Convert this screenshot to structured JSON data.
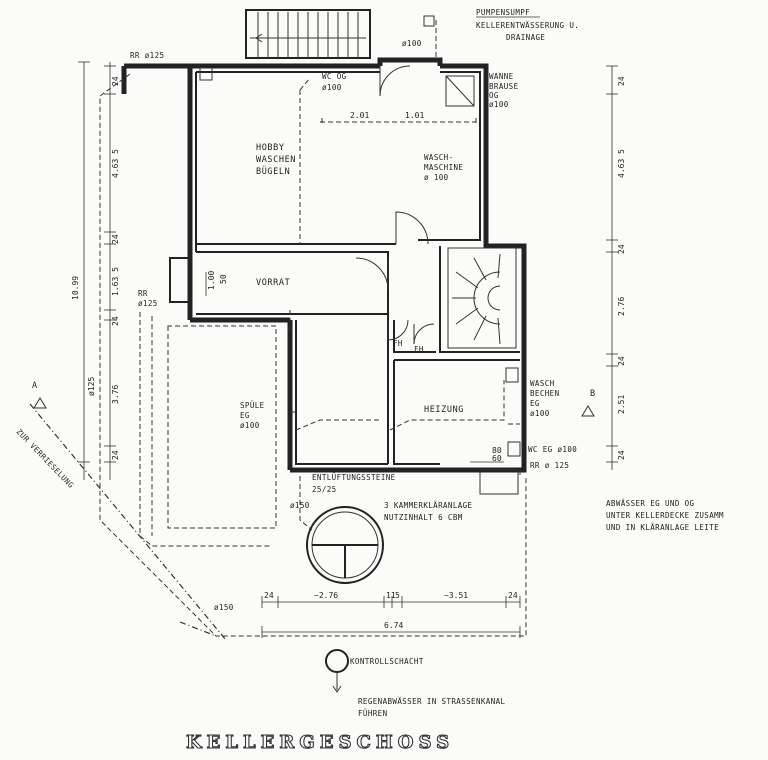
{
  "title": "KELLERGESCHOSS",
  "annotations": {
    "pumpensumpf": "PUMPENSUMPF",
    "kellerentwaesserung": "KELLERENTWÄSSERUNG U.",
    "drainage": "DRAINAGE",
    "phi100_top": "ø100",
    "rr125_top": "RR ø125",
    "wc_og": "WC OG",
    "wc_og_phi": "ø100",
    "wanne": "WANNE",
    "brause": "BRAUSE",
    "og": "OG",
    "wanne_phi": "ø100",
    "waschmaschine_1": "WASCH-",
    "waschmaschine_2": "MASCHINE",
    "waschmaschine_phi": "ø 100",
    "rr_left": "RR",
    "rr_left_phi": "ø125",
    "fh1": "FH",
    "fh2": "FH",
    "waschbecken_1": "WASCH",
    "waschbecken_2": "BECHEN",
    "waschbecken_3": "EG",
    "waschbecken_phi": "ø100",
    "spuele_1": "SPÜLE",
    "spuele_2": "EG",
    "spuele_phi": "ø100",
    "wc_eg": "WC EG ø100",
    "rr_right": "RR ø 125",
    "entlueftung_1": "ENTLÜFTUNGSSTEINE",
    "entlueftung_2": "25/25",
    "phi150_mid": "ø150",
    "klaer_1": "3 KAMMERKLÄRANLAGE",
    "klaer_2": "NUTZINHALT  6 CBM",
    "abw_1": "ABWÄSSER EG UND OG",
    "abw_2": "UNTER KELLERDECKE ZUSAMM",
    "abw_3": "UND IN KLÄRANLAGE LEITE",
    "phi150_bottom": "ø150",
    "kontrollschacht": "KONTROLLSCHACHT",
    "regen_1": "REGENABWÄSSER IN STRASSENKANAL",
    "regen_2": "FÜHREN",
    "verrieselung": "ZUR VERRIESELUNG",
    "section_a": "A",
    "section_b": "B"
  },
  "rooms": {
    "hobby_1": "HOBBY",
    "hobby_2": "WASCHEN",
    "hobby_3": "BÜGELN",
    "vorrat": "VORRAT",
    "heizung": "HEIZUNG"
  },
  "dimensions": {
    "left_total": "10.99",
    "left_24a": "24",
    "left_463": "4.63 5",
    "left_24b": "24",
    "left_1635": "1.63 5",
    "left_24c": "24",
    "left_376": "3.76",
    "left_24d": "24",
    "left_phi125": "ø125",
    "right_24a": "24",
    "right_4635": "4.63 5",
    "right_24b": "24",
    "right_276": "2.76",
    "right_24c": "24",
    "right_251": "2.51",
    "right_24d": "24",
    "top_201": "2.01",
    "top_101": "1.01",
    "vorrat_100": "1.00",
    "vorrat_50": "50",
    "heizung_80": "80",
    "heizung_60": "60",
    "bottom_24a": "24",
    "bottom_276": "~2.76",
    "bottom_11": "11",
    "bottom_5": "5",
    "bottom_351": "~3.51",
    "bottom_24b": "24",
    "bottom_674": "6.74"
  },
  "colors": {
    "ink": "#222222",
    "paper": "#fbfbf9"
  }
}
